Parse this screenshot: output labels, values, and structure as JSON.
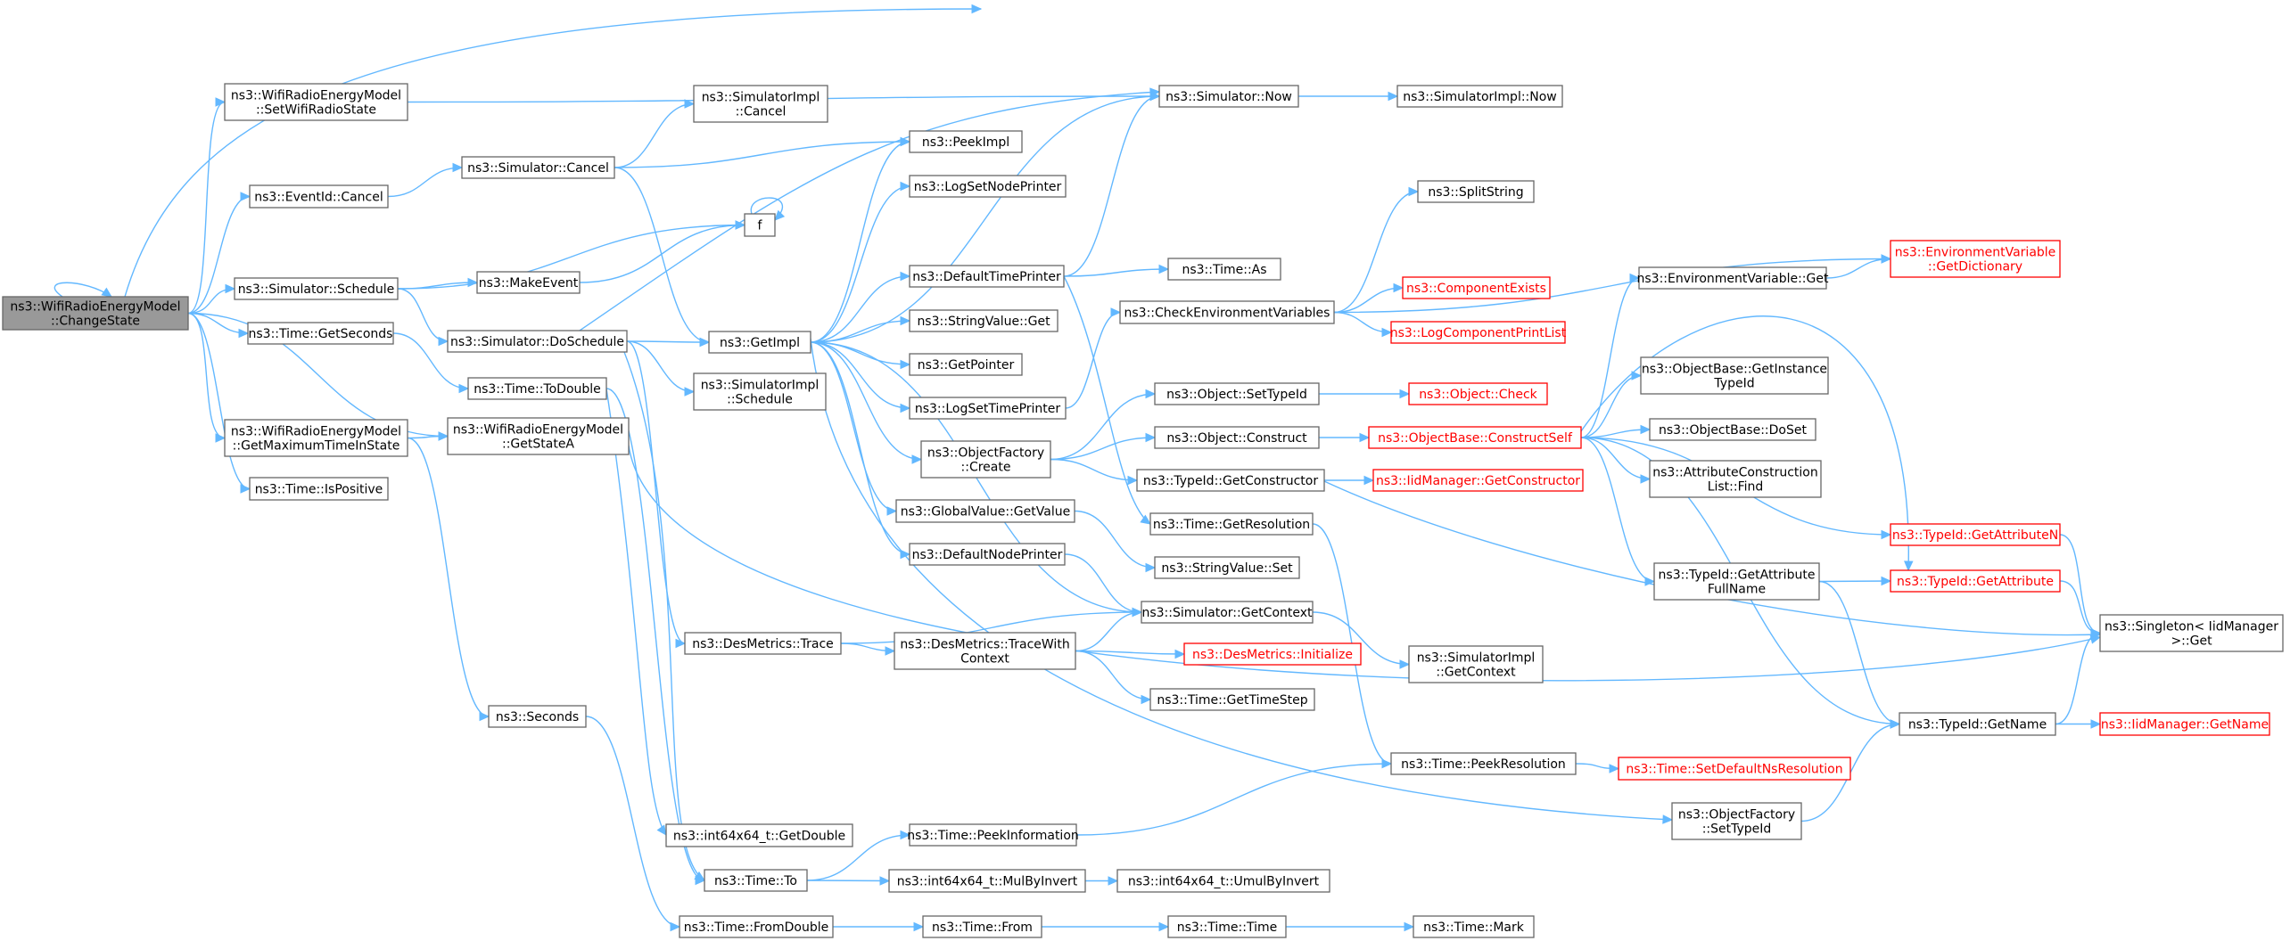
{
  "graph": {
    "nodes": [
      {
        "id": "root",
        "lines": [
          "ns3::WifiRadioEnergyModel",
          "::ChangeState"
        ],
        "style": "focus"
      },
      {
        "id": "setwifi",
        "lines": [
          "ns3::WifiRadioEnergyModel",
          "::SetWifiRadioState"
        ]
      },
      {
        "id": "eventcancel",
        "lines": [
          "ns3::EventId::Cancel"
        ]
      },
      {
        "id": "simschedule",
        "lines": [
          "ns3::Simulator::Schedule"
        ]
      },
      {
        "id": "getseconds",
        "lines": [
          "ns3::Time::GetSeconds"
        ]
      },
      {
        "id": "getmaxtime",
        "lines": [
          "ns3::WifiRadioEnergyModel",
          "::GetMaximumTimeInState"
        ]
      },
      {
        "id": "ispositive",
        "lines": [
          "ns3::Time::IsPositive"
        ]
      },
      {
        "id": "simcancel",
        "lines": [
          "ns3::Simulator::Cancel"
        ]
      },
      {
        "id": "simdoschedule",
        "lines": [
          "ns3::Simulator::DoSchedule"
        ]
      },
      {
        "id": "todouble",
        "lines": [
          "ns3::Time::ToDouble"
        ]
      },
      {
        "id": "getstatea",
        "lines": [
          "ns3::WifiRadioEnergyModel",
          "::GetStateA"
        ]
      },
      {
        "id": "seconds",
        "lines": [
          "ns3::Seconds"
        ]
      },
      {
        "id": "simimplcancel",
        "lines": [
          "ns3::SimulatorImpl",
          "::Cancel"
        ]
      },
      {
        "id": "f",
        "lines": [
          "f"
        ]
      },
      {
        "id": "makeevent",
        "lines": [
          "ns3::MakeEvent"
        ]
      },
      {
        "id": "getimpl",
        "lines": [
          "ns3::GetImpl"
        ]
      },
      {
        "id": "simimplschedule",
        "lines": [
          "ns3::SimulatorImpl",
          "::Schedule"
        ]
      },
      {
        "id": "destrace",
        "lines": [
          "ns3::DesMetrics::Trace"
        ]
      },
      {
        "id": "getdouble",
        "lines": [
          "ns3::int64x64_t::GetDouble"
        ]
      },
      {
        "id": "timeto",
        "lines": [
          "ns3::Time::To"
        ]
      },
      {
        "id": "fromdouble",
        "lines": [
          "ns3::Time::FromDouble"
        ]
      },
      {
        "id": "peekimpl",
        "lines": [
          "ns3::PeekImpl"
        ]
      },
      {
        "id": "logsetnode",
        "lines": [
          "ns3::LogSetNodePrinter"
        ]
      },
      {
        "id": "deftimeprinter",
        "lines": [
          "ns3::DefaultTimePrinter"
        ]
      },
      {
        "id": "stringget",
        "lines": [
          "ns3::StringValue::Get"
        ]
      },
      {
        "id": "getpointer",
        "lines": [
          "ns3::GetPointer"
        ]
      },
      {
        "id": "logsettime",
        "lines": [
          "ns3::LogSetTimePrinter"
        ]
      },
      {
        "id": "objfactcreate",
        "lines": [
          "ns3::ObjectFactory",
          "::Create"
        ]
      },
      {
        "id": "globalget",
        "lines": [
          "ns3::GlobalValue::GetValue"
        ]
      },
      {
        "id": "defnodeprinter",
        "lines": [
          "ns3::DefaultNodePrinter"
        ]
      },
      {
        "id": "tracewithctx",
        "lines": [
          "ns3::DesMetrics::TraceWith",
          "Context"
        ]
      },
      {
        "id": "peekinfo",
        "lines": [
          "ns3::Time::PeekInformation"
        ]
      },
      {
        "id": "mulbyinvert",
        "lines": [
          "ns3::int64x64_t::MulByInvert"
        ]
      },
      {
        "id": "timefrom",
        "lines": [
          "ns3::Time::From"
        ]
      },
      {
        "id": "simnow",
        "lines": [
          "ns3::Simulator::Now"
        ]
      },
      {
        "id": "implnow",
        "lines": [
          "ns3::SimulatorImpl::Now"
        ]
      },
      {
        "id": "timeas",
        "lines": [
          "ns3::Time::As"
        ]
      },
      {
        "id": "checkenv",
        "lines": [
          "ns3::CheckEnvironmentVariables"
        ]
      },
      {
        "id": "objsettypeid",
        "lines": [
          "ns3::Object::SetTypeId"
        ]
      },
      {
        "id": "objconstruct",
        "lines": [
          "ns3::Object::Construct"
        ]
      },
      {
        "id": "typeidgetctor",
        "lines": [
          "ns3::TypeId::GetConstructor"
        ]
      },
      {
        "id": "getresolution",
        "lines": [
          "ns3::Time::GetResolution"
        ]
      },
      {
        "id": "stringset",
        "lines": [
          "ns3::StringValue::Set"
        ]
      },
      {
        "id": "simgetctx",
        "lines": [
          "ns3::Simulator::GetContext"
        ]
      },
      {
        "id": "desinit",
        "lines": [
          "ns3::DesMetrics::Initialize"
        ],
        "style": "red"
      },
      {
        "id": "gettimestep",
        "lines": [
          "ns3::Time::GetTimeStep"
        ]
      },
      {
        "id": "umulbyinvert",
        "lines": [
          "ns3::int64x64_t::UmulByInvert"
        ]
      },
      {
        "id": "timetime",
        "lines": [
          "ns3::Time::Time"
        ]
      },
      {
        "id": "splitstring",
        "lines": [
          "ns3::SplitString"
        ]
      },
      {
        "id": "compexists",
        "lines": [
          "ns3::ComponentExists"
        ],
        "style": "red"
      },
      {
        "id": "logcompprint",
        "lines": [
          "ns3::LogComponentPrintList"
        ],
        "style": "red"
      },
      {
        "id": "objcheck",
        "lines": [
          "ns3::Object::Check"
        ],
        "style": "red"
      },
      {
        "id": "constructself",
        "lines": [
          "ns3::ObjectBase::ConstructSelf"
        ],
        "style": "red"
      },
      {
        "id": "iidgetctor",
        "lines": [
          "ns3::IidManager::GetConstructor"
        ],
        "style": "red"
      },
      {
        "id": "implgetctx",
        "lines": [
          "ns3::SimulatorImpl",
          "::GetContext"
        ]
      },
      {
        "id": "peekres",
        "lines": [
          "ns3::Time::PeekResolution"
        ]
      },
      {
        "id": "objfactsettypeid",
        "lines": [
          "ns3::ObjectFactory",
          "::SetTypeId"
        ]
      },
      {
        "id": "timemark",
        "lines": [
          "ns3::Time::Mark"
        ]
      },
      {
        "id": "envget",
        "lines": [
          "ns3::EnvironmentVariable::Get"
        ]
      },
      {
        "id": "getinstancetypeid",
        "lines": [
          "ns3::ObjectBase::GetInstance",
          "TypeId"
        ]
      },
      {
        "id": "dosetnode",
        "lines": [
          "ns3::ObjectBase::DoSet"
        ]
      },
      {
        "id": "attrconstrfind",
        "lines": [
          "ns3::AttributeConstruction",
          "List::Find"
        ]
      },
      {
        "id": "getattrfullname",
        "lines": [
          "ns3::TypeId::GetAttribute",
          "FullName"
        ]
      },
      {
        "id": "typeidgetname",
        "lines": [
          "ns3::TypeId::GetName"
        ]
      },
      {
        "id": "setdefnsres",
        "lines": [
          "ns3::Time::SetDefaultNsResolution"
        ],
        "style": "red"
      },
      {
        "id": "envgetdict",
        "lines": [
          "ns3::EnvironmentVariable",
          "::GetDictionary"
        ],
        "style": "red"
      },
      {
        "id": "getattrn",
        "lines": [
          "ns3::TypeId::GetAttributeN"
        ],
        "style": "red"
      },
      {
        "id": "getattr",
        "lines": [
          "ns3::TypeId::GetAttribute"
        ],
        "style": "red"
      },
      {
        "id": "singletonget",
        "lines": [
          "ns3::Singleton< IidManager",
          " >::Get"
        ]
      },
      {
        "id": "iidgetname",
        "lines": [
          "ns3::IidManager::GetName"
        ],
        "style": "red"
      }
    ]
  }
}
